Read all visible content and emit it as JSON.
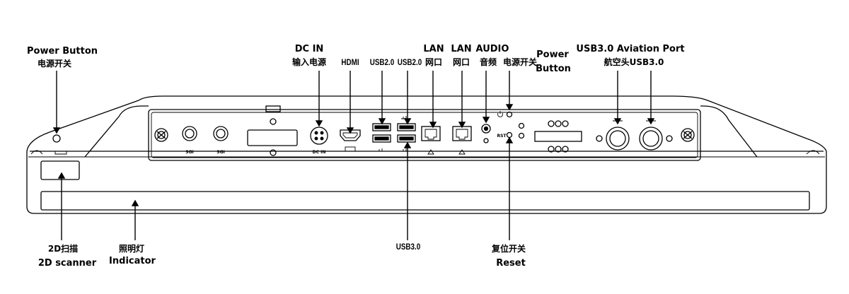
{
  "labels": {
    "power_left_en": "Power Button",
    "power_left_cn": "电源开关",
    "dcin_en": "DC IN",
    "dcin_cn": "输入电源",
    "hdmi": "HDMI",
    "usb20_a": "USB2.0",
    "usb20_b": "USB2.0",
    "lan_a_en": "LAN",
    "lan_a_cn": "网口",
    "lan_b_en": "LAN",
    "lan_b_cn": "网口",
    "audio_en": "AUDIO",
    "audio_cn": "音频",
    "power_right_cn": "电源开关",
    "power_right_en_1": "Power",
    "power_right_en_2": "Button",
    "usb30_aviation_en": "USB3.0 Aviation Port",
    "usb30_aviation_cn": "航空头USB3.0",
    "scanner_cn": "2D扫描",
    "scanner_en": "2D scanner",
    "indicator_cn": "照明灯",
    "indicator_en": "Indicator",
    "usb30_bottom": "USB3.0",
    "reset_cn": "复位开关",
    "reset_en": "Reset"
  },
  "port_marks": {
    "sgi_1": "SGI",
    "sgi_2": "SGI",
    "dc_in": "DC IN",
    "rst": "RST"
  },
  "colors": {
    "line": "#000000",
    "background": "#ffffff"
  }
}
